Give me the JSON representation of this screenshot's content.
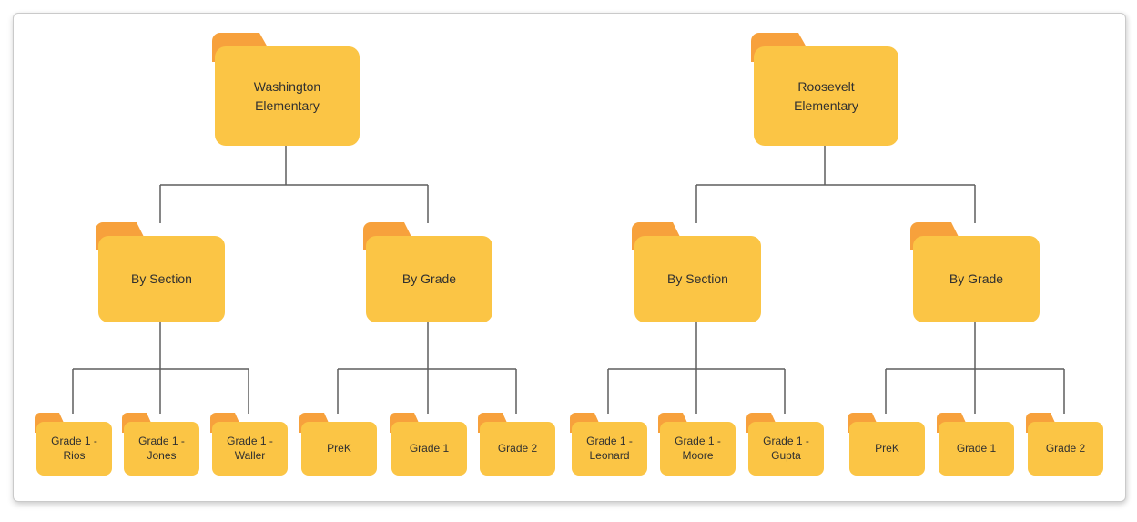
{
  "diagram": {
    "styles": {
      "folder_body_color": "#FBC545",
      "folder_tab_color": "#F7A13C",
      "connector_color": "#5E5E5E",
      "panel_border_color": "#CACACA",
      "label_color": "#303030"
    },
    "trees": [
      {
        "root": {
          "label": "Washington Elementary"
        },
        "children": [
          {
            "label": "By Section",
            "children": [
              {
                "label": "Grade 1 - Rios"
              },
              {
                "label": "Grade 1 - Jones"
              },
              {
                "label": "Grade 1 - Waller"
              }
            ]
          },
          {
            "label": "By Grade",
            "children": [
              {
                "label": "PreK"
              },
              {
                "label": "Grade 1"
              },
              {
                "label": "Grade 2"
              }
            ]
          }
        ]
      },
      {
        "root": {
          "label": "Roosevelt Elementary"
        },
        "children": [
          {
            "label": "By Section",
            "children": [
              {
                "label": "Grade 1 - Leonard"
              },
              {
                "label": "Grade 1 - Moore"
              },
              {
                "label": "Grade 1 - Gupta"
              }
            ]
          },
          {
            "label": "By Grade",
            "children": [
              {
                "label": "PreK"
              },
              {
                "label": "Grade 1"
              },
              {
                "label": "Grade 2"
              }
            ]
          }
        ]
      }
    ]
  }
}
